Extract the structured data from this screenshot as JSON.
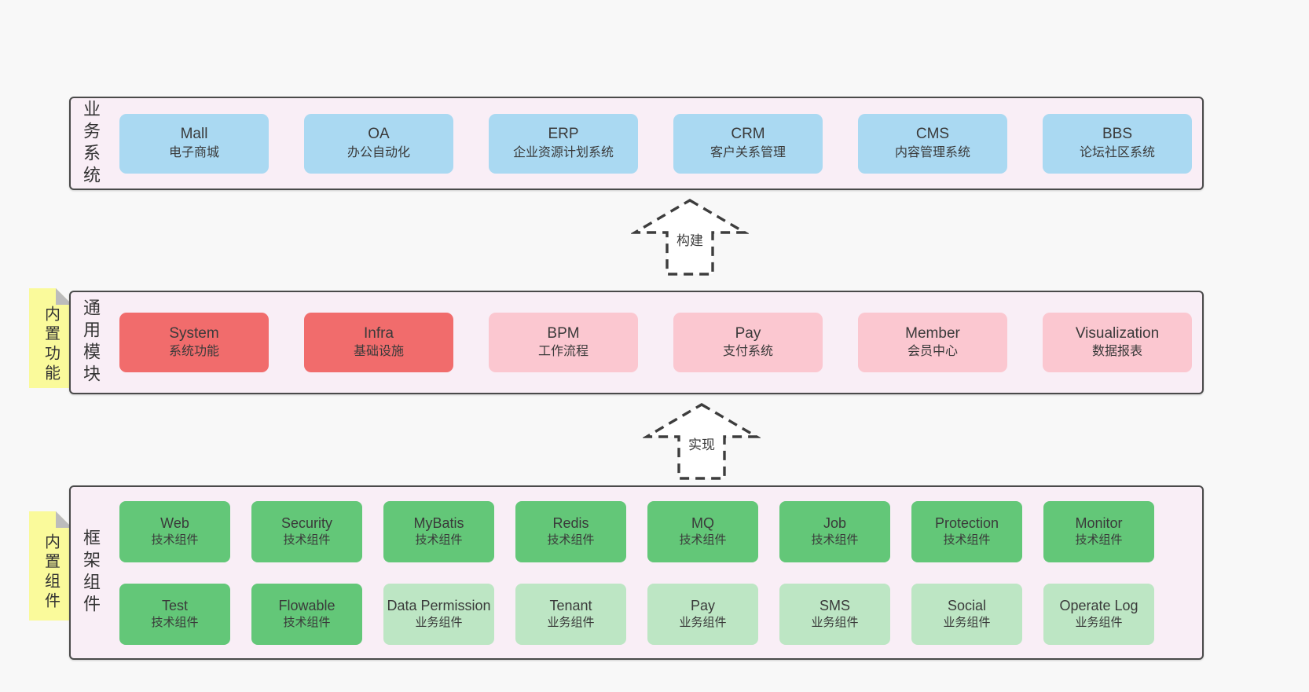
{
  "bands": [
    {
      "id": "business-systems",
      "label": "业务系统",
      "boxes": [
        {
          "name": "Mall",
          "desc": "电子商城",
          "variant": "blue"
        },
        {
          "name": "OA",
          "desc": "办公自动化",
          "variant": "blue"
        },
        {
          "name": "ERP",
          "desc": "企业资源计划系统",
          "variant": "blue"
        },
        {
          "name": "CRM",
          "desc": "客户关系管理",
          "variant": "blue"
        },
        {
          "name": "CMS",
          "desc": "内容管理系统",
          "variant": "blue"
        },
        {
          "name": "BBS",
          "desc": "论坛社区系统",
          "variant": "blue"
        }
      ]
    },
    {
      "id": "common-modules",
      "label": "通用模块",
      "boxes": [
        {
          "name": "System",
          "desc": "系统功能",
          "variant": "red"
        },
        {
          "name": "Infra",
          "desc": "基础设施",
          "variant": "red"
        },
        {
          "name": "BPM",
          "desc": "工作流程",
          "variant": "pink"
        },
        {
          "name": "Pay",
          "desc": "支付系统",
          "variant": "pink"
        },
        {
          "name": "Member",
          "desc": "会员中心",
          "variant": "pink"
        },
        {
          "name": "Visualization",
          "desc": "数据报表",
          "variant": "pink"
        }
      ]
    },
    {
      "id": "framework-components",
      "label": "框架组件",
      "rows": [
        [
          {
            "name": "Web",
            "desc": "技术组件",
            "variant": "green-dark"
          },
          {
            "name": "Security",
            "desc": "技术组件",
            "variant": "green-dark"
          },
          {
            "name": "MyBatis",
            "desc": "技术组件",
            "variant": "green-dark"
          },
          {
            "name": "Redis",
            "desc": "技术组件",
            "variant": "green-dark"
          },
          {
            "name": "MQ",
            "desc": "技术组件",
            "variant": "green-dark"
          },
          {
            "name": "Job",
            "desc": "技术组件",
            "variant": "green-dark"
          },
          {
            "name": "Protection",
            "desc": "技术组件",
            "variant": "green-dark"
          },
          {
            "name": "Monitor",
            "desc": "技术组件",
            "variant": "green-dark"
          }
        ],
        [
          {
            "name": "Test",
            "desc": "技术组件",
            "variant": "green-dark"
          },
          {
            "name": "Flowable",
            "desc": "技术组件",
            "variant": "green-dark"
          },
          {
            "name": "Data Permission",
            "desc": "业务组件",
            "variant": "green-light"
          },
          {
            "name": "Tenant",
            "desc": "业务组件",
            "variant": "green-light"
          },
          {
            "name": "Pay",
            "desc": "业务组件",
            "variant": "green-light"
          },
          {
            "name": "SMS",
            "desc": "业务组件",
            "variant": "green-light"
          },
          {
            "name": "Social",
            "desc": "业务组件",
            "variant": "green-light"
          },
          {
            "name": "Operate Log",
            "desc": "业务组件",
            "variant": "green-light"
          }
        ]
      ]
    }
  ],
  "notes": [
    {
      "text": "内置功能",
      "attached_to": "common-modules"
    },
    {
      "text": "内置组件",
      "attached_to": "framework-components"
    }
  ],
  "arrows": [
    {
      "label": "构建",
      "direction": "up",
      "from": "common-modules",
      "to": "business-systems"
    },
    {
      "label": "实现",
      "direction": "up",
      "from": "framework-components",
      "to": "common-modules"
    }
  ],
  "colors": {
    "page_background": "#f8f8f8",
    "band_background": "#f9eef6",
    "band_border": "#4a4a4a",
    "blue_box": "#aad9f2",
    "red_box": "#f16c6c",
    "pink_box": "#fbc7d0",
    "green_dark_box": "#63c778",
    "green_light_box": "#bde6c4",
    "note_yellow": "#fafa9b",
    "note_fold_gray": "#bcbcbc",
    "text": "#3a3a3a"
  }
}
